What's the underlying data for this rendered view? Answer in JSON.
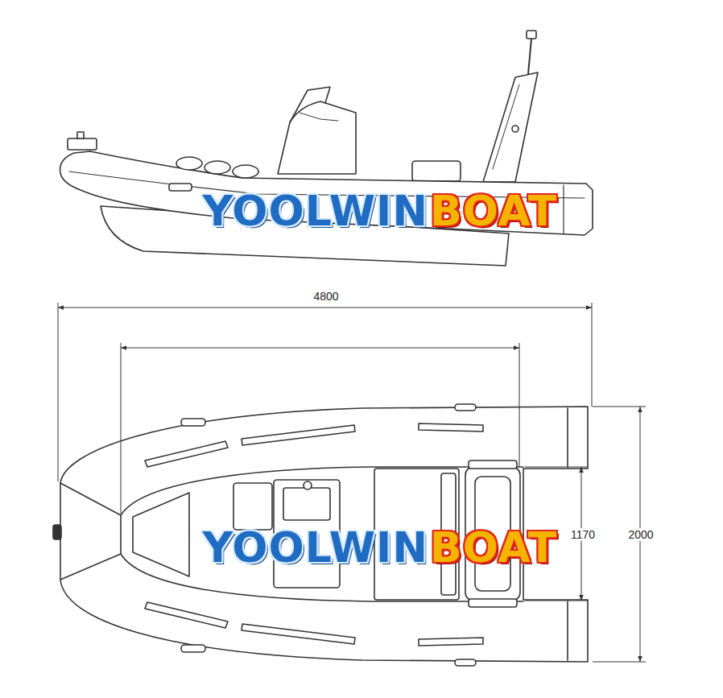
{
  "diagram": {
    "labels": [
      "4800",
      "1170",
      "2000",
      "YOOLWIN",
      "BOAT",
      "YOOLWIN",
      "BOAT"
    ]
  }
}
